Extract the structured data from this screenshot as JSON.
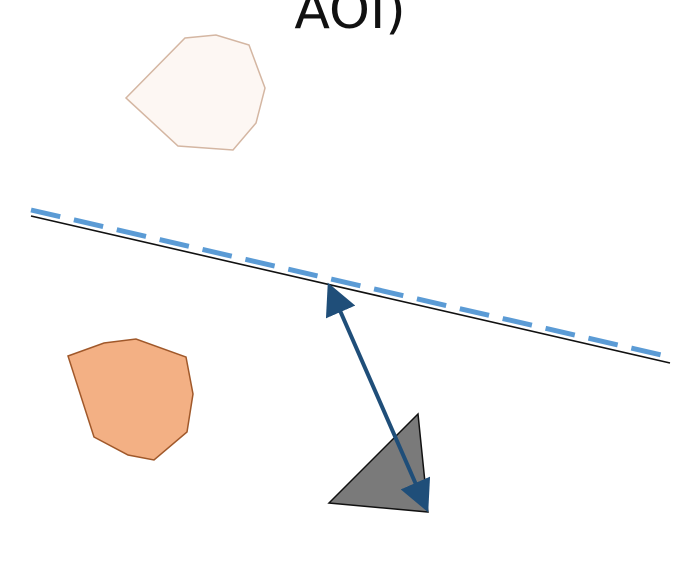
{
  "title": "AOI)",
  "colors": {
    "light_shape_fill": "#fdf7f3",
    "light_shape_stroke": "#d4b6a2",
    "orange_shape_fill": "#f3b084",
    "orange_shape_stroke": "#a0582a",
    "triangle_fill": "#7a7a7a",
    "triangle_stroke": "#111111",
    "line_color": "#111111",
    "dashed_line_color": "#5b9bd5",
    "arrow_color": "#1f4e79"
  },
  "shapes": [
    {
      "name": "light-polygon",
      "style": "light"
    },
    {
      "name": "orange-polygon",
      "style": "orange"
    },
    {
      "name": "gray-triangle",
      "style": "gray"
    }
  ],
  "lines": [
    {
      "name": "solid-line",
      "style": "solid"
    },
    {
      "name": "dashed-line",
      "style": "dashed"
    }
  ],
  "arrow": {
    "name": "double-arrow",
    "heads": "both"
  }
}
